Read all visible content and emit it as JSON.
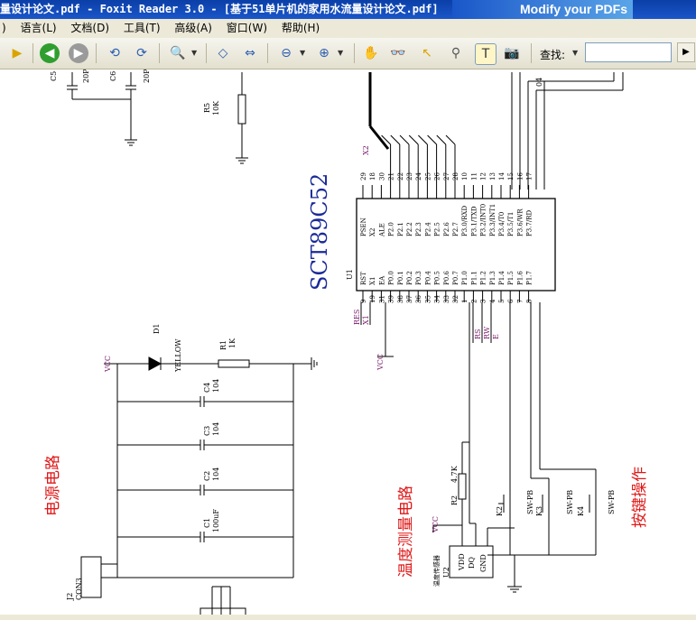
{
  "window": {
    "title": "量设计论文.pdf - Foxit Reader 3.0 - [基于51单片机的家用水流量设计论文.pdf]",
    "ad_text": "Modify your PDFs"
  },
  "menu": [
    "语言(L)",
    "文档(D)",
    "工具(T)",
    "高级(A)",
    "窗口(W)",
    "帮助(H)"
  ],
  "menu_lead": ")",
  "toolbar": {
    "find_label": "查找:",
    "find_value": ""
  },
  "schematic": {
    "chip_name": "SCT89C52",
    "chip_ref": "U1",
    "sections": {
      "power": "电源电路",
      "temp": "温度测量电路",
      "keys": "按键操作"
    },
    "labels": {
      "c5": "C5",
      "c5v": "20P",
      "c6": "C6",
      "c6v": "20P",
      "r5": "R5",
      "r5v": "10K",
      "d1": "D1",
      "d1v": "YELLOW",
      "r1": "R1",
      "r1v": "1K",
      "c4": "C4",
      "c4v": "104",
      "c3": "C3",
      "c3v": "104",
      "c2": "C2",
      "c2v": "104",
      "c1": "C1",
      "c1v": "100uF",
      "r2": "R2",
      "r2v": "4.7K",
      "vcc": "VCC",
      "j2": "J2",
      "j2v": "CON3",
      "u2": "U2",
      "u2v": "温度传感器",
      "vdd": "VDD",
      "dq": "DQ",
      "gnd": "GND",
      "k2": "K2",
      "k3": "K3",
      "k4": "K4",
      "swpb": "SW-PB",
      "x2": "X2",
      "x1": "X1",
      "res": "RES",
      "rs": "RS",
      "rw": "RW",
      "e": "E",
      "p04": "04"
    },
    "left_pins": [
      "RST",
      "X1",
      "EA",
      "P0.0",
      "P0.1",
      "P0.2",
      "P0.3",
      "P0.4",
      "P0.5",
      "P0.6",
      "P0.7",
      "P1.0",
      "P1.1",
      "P1.2",
      "P1.3",
      "P1.4",
      "P1.5",
      "P1.6",
      "P1.7"
    ],
    "left_nums": [
      "9",
      "19",
      "31",
      "39",
      "38",
      "37",
      "36",
      "35",
      "34",
      "33",
      "32",
      "1",
      "2",
      "3",
      "4",
      "5",
      "6",
      "7",
      "8"
    ],
    "right_pins": [
      "PSEN",
      "X2",
      "ALE",
      "P2.0",
      "P2.1",
      "P2.2",
      "P2.3",
      "P2.4",
      "P2.5",
      "P2.6",
      "P2.7",
      "P3.0/RXD",
      "P3.1/TXD",
      "P3.2/INT0",
      "P3.3/INT1",
      "P3.4/T0",
      "P3.5/T1",
      "P3.6/WR",
      "P3.7/RD"
    ],
    "right_nums": [
      "29",
      "18",
      "30",
      "21",
      "22",
      "23",
      "24",
      "25",
      "26",
      "27",
      "28",
      "10",
      "11",
      "12",
      "13",
      "14",
      "15",
      "16",
      "17"
    ]
  }
}
